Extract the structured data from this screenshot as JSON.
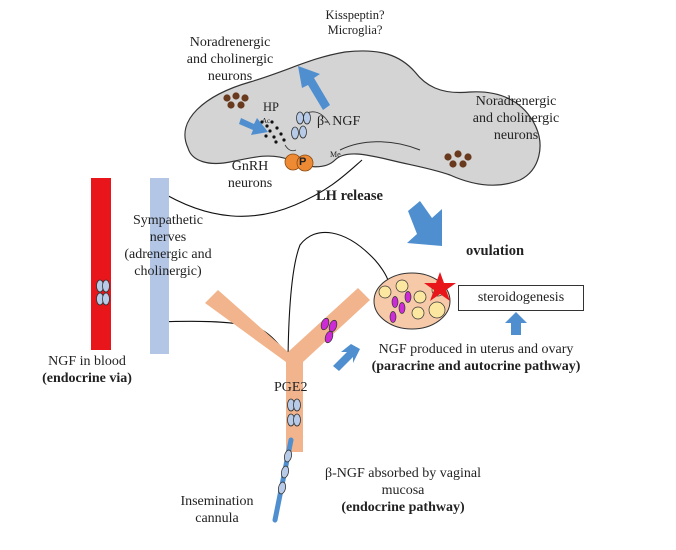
{
  "labels": {
    "kisspeptin": "Kisspeptin?",
    "microglia": "Microglia?",
    "nor_chol_left_1": "Noradrenergic",
    "nor_chol_left_2": "and cholinergic",
    "nor_chol_left_3": "neurons",
    "nor_chol_right_1": "Noradrenergic",
    "nor_chol_right_2": "and cholinergic",
    "nor_chol_right_3": "neurons",
    "hp": "HP",
    "beta_ngf_brain": "β- NGF",
    "gnrh_1": "GnRH",
    "gnrh_2": "neurons",
    "p_marker": "P",
    "me": "Me",
    "ac": "Ac",
    "lh_release": "LH release",
    "ovulation": "ovulation",
    "steroidogenesis": "steroidogenesis",
    "sympathetic_1": "Sympathetic",
    "sympathetic_2": "nerves",
    "sympathetic_3": "(adrenergic and",
    "sympathetic_4": "cholinergic)",
    "ngf_blood_1": "NGF in blood",
    "ngf_blood_2": "(endocrine via)",
    "ngf_uterus_1": "NGF produced in uterus and ovary",
    "ngf_uterus_2": "(paracrine and autocrine pathway)",
    "pge2": "PGE2",
    "vaginal_1": "β-NGF absorbed by vaginal",
    "vaginal_2": "mucosa",
    "vaginal_3": "(endocrine pathway)",
    "cannula_1": "Insemination",
    "cannula_2": "cannula"
  },
  "colors": {
    "brain": "#d4d4d4",
    "blood": "#e8151b",
    "nerve": "#b3c6e6",
    "uterus": "#f2b48c",
    "ovary": "#f6c9a9",
    "arrow": "#4f8fd0",
    "star": "#e8151b",
    "follicle": "#fbe7a0",
    "magenta": "#cc2bd6",
    "ngf_cell": "#b7cbe8",
    "brown": "#6a3a1f",
    "gnrh": "#ee8a33"
  }
}
